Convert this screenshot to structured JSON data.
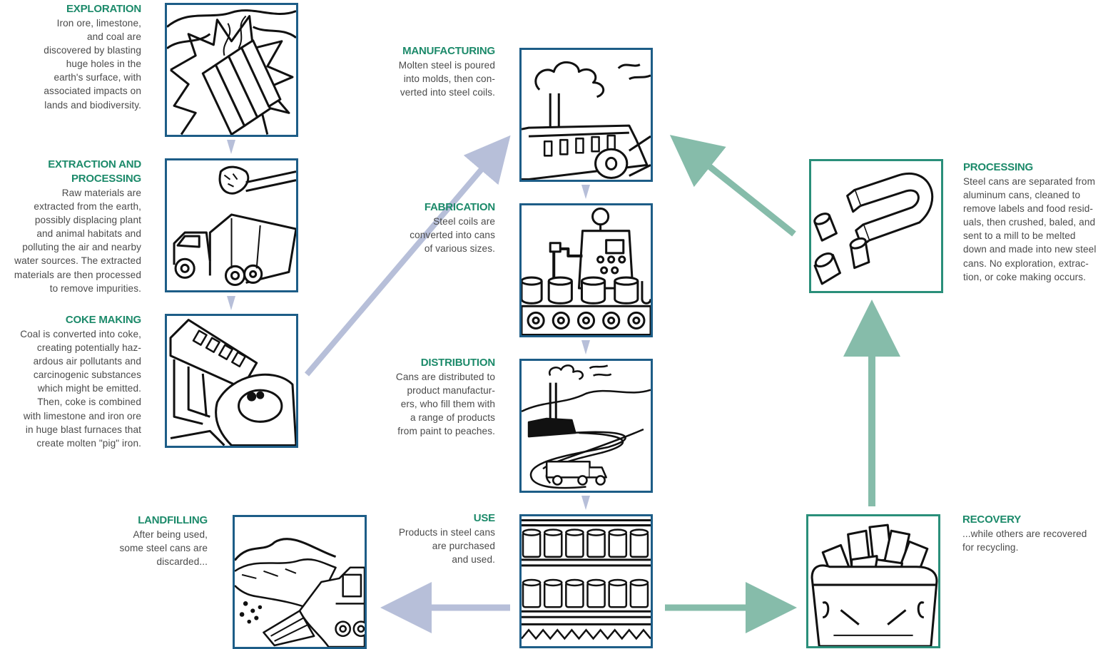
{
  "colors": {
    "title_green": "#1c8a6a",
    "box_blue": "#1d5d87",
    "box_green": "#2a8f7a",
    "arrow_lavender": "#b7bfd9",
    "arrow_teal": "#86bcaa",
    "body_text": "#4a4a4a"
  },
  "stages": {
    "exploration": {
      "title": "EXPLORATION",
      "desc": "Iron ore, limestone,\nand coal are\ndiscovered by blasting\nhuge holes in the\nearth's surface, with\nassociated impacts on\nlands and biodiversity.",
      "icon": "dynamite-blast-icon"
    },
    "extraction": {
      "title": "EXTRACTION AND\nPROCESSING",
      "desc": "Raw materials are\nextracted from the earth,\npossibly displacing plant\nand animal habitats and\npolluting the air and nearby\nwater sources. The extracted\nmaterials are then processed\nto remove impurities.",
      "icon": "dump-truck-icon"
    },
    "coke": {
      "title": "COKE MAKING",
      "desc": "Coal is converted into coke,\ncreating potentially haz-\nardous air pollutants and\ncarcinogenic substances\nwhich might be emitted.\nThen, coke is combined\nwith limestone and iron ore\nin huge blast furnaces that\ncreate molten \"pig\" iron.",
      "icon": "blast-furnace-icon"
    },
    "manufacturing": {
      "title": "MANUFACTURING",
      "desc": "Molten steel is poured\ninto molds, then con-\nverted into steel coils.",
      "icon": "steel-mill-icon"
    },
    "fabrication": {
      "title": "FABRICATION",
      "desc": "Steel coils are\nconverted into cans\nof various sizes.",
      "icon": "can-machine-icon"
    },
    "distribution": {
      "title": "DISTRIBUTION",
      "desc": "Cans are distributed to\nproduct manufactur-\ners, who fill them with\na range of products\nfrom paint to peaches.",
      "icon": "factory-road-truck-icon"
    },
    "use": {
      "title": "USE",
      "desc": "Products in steel cans\nare purchased\nand used.",
      "icon": "store-shelf-cans-icon"
    },
    "landfilling": {
      "title": "LANDFILLING",
      "desc": "After being used,\nsome steel cans are\ndiscarded...",
      "icon": "landfill-bulldozer-icon"
    },
    "recovery": {
      "title": "RECOVERY",
      "desc": "...while others are recovered\nfor recycling.",
      "icon": "recycling-bin-icon"
    },
    "processing": {
      "title": "PROCESSING",
      "desc": "Steel cans are separated from\naluminum cans, cleaned to\nremove labels and food resid-\nuals, then crushed, baled, and\nsent to a mill to be melted\ndown and made into new steel\ncans. No exploration, extrac-\ntion, or coke making occurs.",
      "icon": "magnet-cans-icon"
    }
  }
}
